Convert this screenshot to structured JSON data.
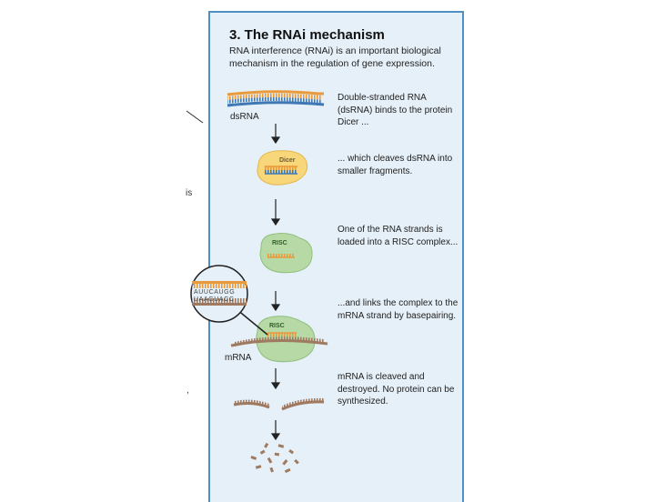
{
  "stray": {
    "left_text": "is",
    "left_dot": ","
  },
  "panel": {
    "title": "3.  The RNAi mechanism",
    "intro": "RNA interference (RNAi) is an important biological mechanism in the regulation of gene expression."
  },
  "steps": [
    {
      "text": "Double-stranded RNA (dsRNA) binds to the protein Dicer ..."
    },
    {
      "text": "... which cleaves dsRNA into smaller fragments."
    },
    {
      "text": "One of the RNA strands is loaded into a RISC complex..."
    },
    {
      "text": "...and links the complex to the mRNA strand by basepairing."
    },
    {
      "text": "mRNA is cleaved and destroyed. No protein can be synthesized."
    }
  ],
  "labels": {
    "dsrna": "dsRNA",
    "dicer": "Dicer",
    "risc_1": "RISC",
    "risc_2": "RISC",
    "mrna": "mRNA"
  },
  "magnifier": {
    "top_bases": "AUUCAUGG",
    "bottom_bases": "UAAGUACC"
  },
  "colors": {
    "accent_blue": "#4f8fc4",
    "panel_bg": "#e6f0f8",
    "rna_orange": "#e89a3c",
    "rna_blue": "#3f78b5",
    "dicer_yellow": "#f7d77a",
    "risc_green": "#b7d9a5",
    "mrna_brown": "#a07a60"
  }
}
